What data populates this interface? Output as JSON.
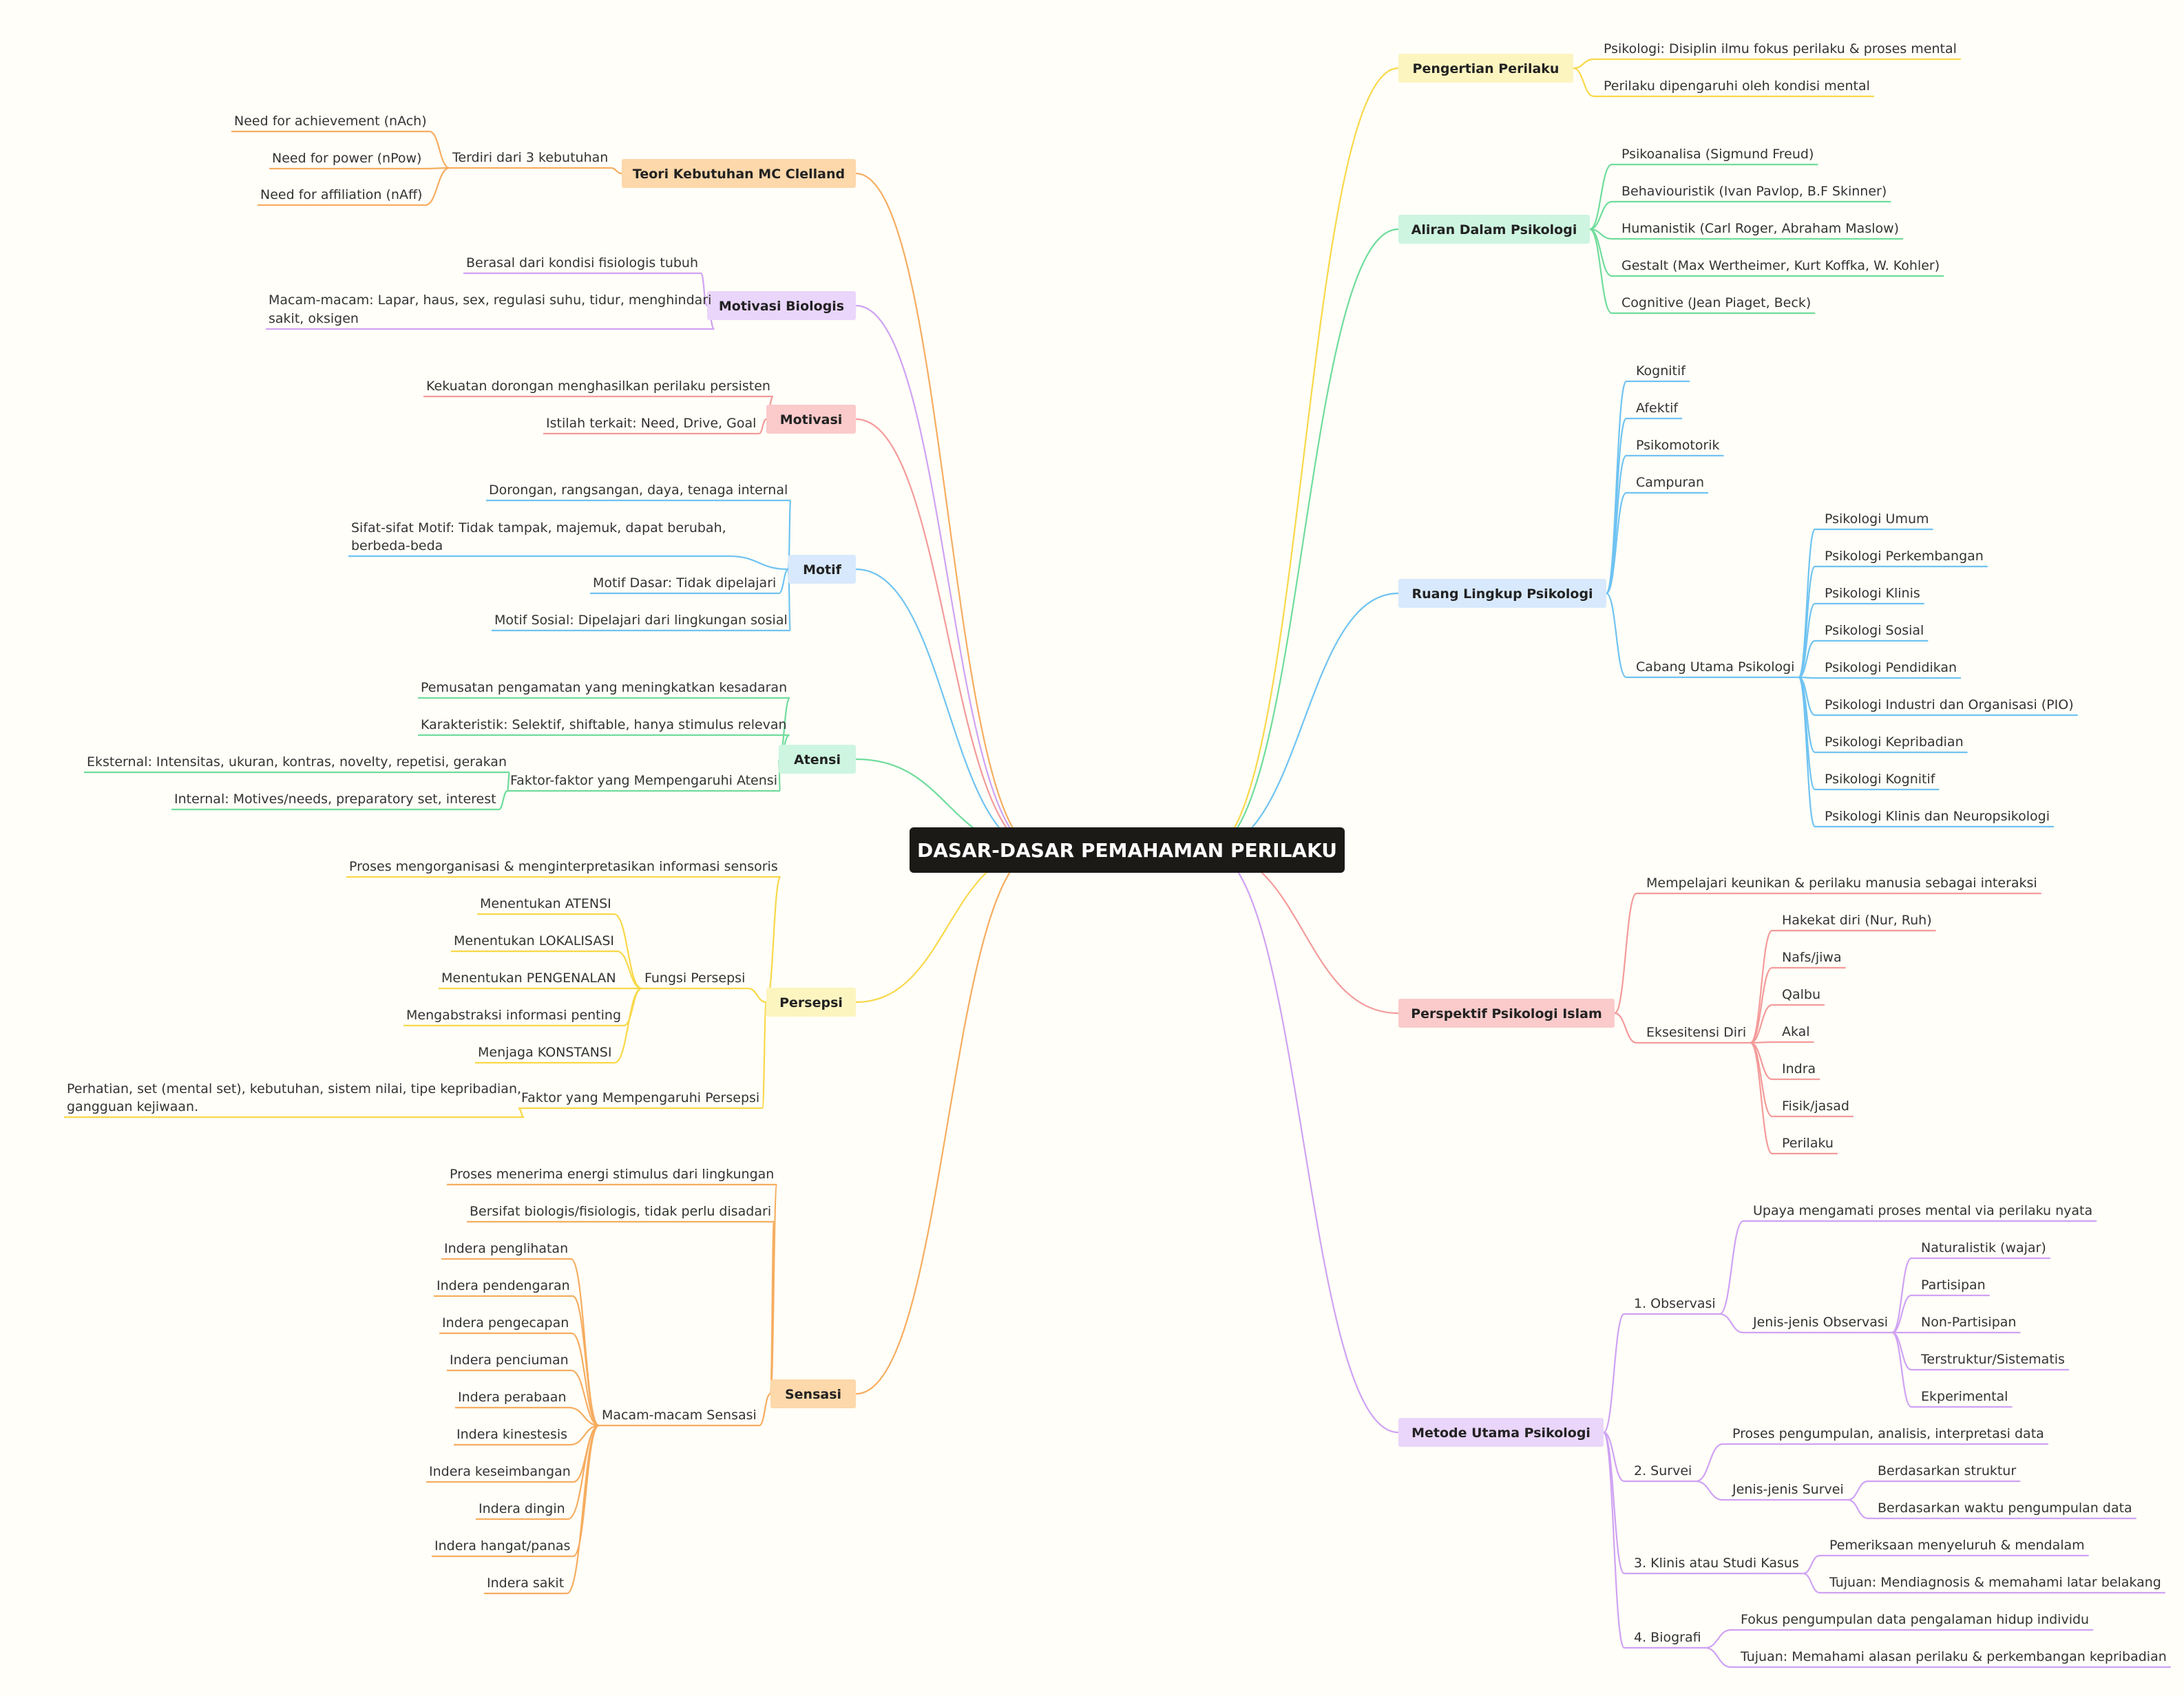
{
  "root": {
    "label": "DASAR-DASAR PEMAHAMAN PERILAKU"
  },
  "colors": {
    "orange": "#f6ad60",
    "purple": "#cfa2f4",
    "red": "#f49a9a",
    "blue": "#6fc3f2",
    "green": "#6fdc9c",
    "yellow": "#f9d84a"
  },
  "branches": [
    {
      "id": "b1",
      "label": "Teori Kebutuhan MC Clelland",
      "color": "orange",
      "children": [
        {
          "label": "Terdiri dari 3 kebutuhan",
          "children": [
            {
              "label": "Need for achievement (nAch)"
            },
            {
              "label": "Need for power (nPow)"
            },
            {
              "label": "Need for affiliation (nAff)"
            }
          ]
        }
      ]
    },
    {
      "id": "b2",
      "label": "Motivasi Biologis",
      "color": "purple",
      "children": [
        {
          "label": "Berasal dari kondisi fisiologis tubuh"
        },
        {
          "label": "Macam-macam: Lapar, haus, sex, regulasi suhu, tidur, menghindari",
          "label2": "sakit, oksigen"
        }
      ]
    },
    {
      "id": "b3",
      "label": "Motivasi",
      "color": "red",
      "children": [
        {
          "label": "Kekuatan dorongan menghasilkan perilaku persisten"
        },
        {
          "label": "Istilah terkait: Need, Drive, Goal"
        }
      ]
    },
    {
      "id": "b4",
      "label": "Motif",
      "color": "blue",
      "children": [
        {
          "label": "Dorongan, rangsangan, daya, tenaga internal"
        },
        {
          "label": "Sifat-sifat Motif: Tidak tampak, majemuk, dapat berubah,",
          "label2": "berbeda-beda"
        },
        {
          "label": "Motif Dasar: Tidak dipelajari"
        },
        {
          "label": "Motif Sosial: Dipelajari dari lingkungan sosial"
        }
      ]
    },
    {
      "id": "b5",
      "label": "Atensi",
      "color": "green",
      "children": [
        {
          "label": "Pemusatan pengamatan yang meningkatkan kesadaran"
        },
        {
          "label": "Karakteristik: Selektif, shiftable, hanya stimulus relevan"
        },
        {
          "label": "Faktor-faktor yang Mempengaruhi Atensi",
          "children": [
            {
              "label": "Eksternal: Intensitas, ukuran, kontras, novelty, repetisi, gerakan"
            },
            {
              "label": "Internal: Motives/needs, preparatory set, interest"
            }
          ]
        }
      ]
    },
    {
      "id": "b6",
      "label": "Persepsi",
      "color": "yellow",
      "children": [
        {
          "label": "Proses mengorganisasi & menginterpretasikan informasi sensoris"
        },
        {
          "label": "Fungsi Persepsi",
          "children": [
            {
              "label": "Menentukan ATENSI"
            },
            {
              "label": "Menentukan LOKALISASI"
            },
            {
              "label": "Menentukan PENGENALAN"
            },
            {
              "label": "Mengabstraksi informasi penting"
            },
            {
              "label": "Menjaga KONSTANSI"
            }
          ]
        },
        {
          "label": "Faktor yang Mempengaruhi Persepsi",
          "children": [
            {
              "label": "Perhatian, set (mental set), kebutuhan, sistem nilai, tipe kepribadian,",
              "label2": "gangguan kejiwaan."
            }
          ]
        }
      ]
    },
    {
      "id": "b7",
      "label": "Sensasi",
      "color": "orange",
      "children": [
        {
          "label": "Proses menerima energi stimulus dari lingkungan"
        },
        {
          "label": "Bersifat biologis/fisiologis, tidak perlu disadari"
        },
        {
          "label": "Macam-macam Sensasi",
          "children": [
            {
              "label": "Indera penglihatan"
            },
            {
              "label": "Indera pendengaran"
            },
            {
              "label": "Indera pengecapan"
            },
            {
              "label": "Indera penciuman"
            },
            {
              "label": "Indera perabaan"
            },
            {
              "label": "Indera kinestesis"
            },
            {
              "label": "Indera keseimbangan"
            },
            {
              "label": "Indera dingin"
            },
            {
              "label": "Indera hangat/panas"
            },
            {
              "label": "Indera sakit"
            }
          ]
        }
      ]
    },
    {
      "id": "b8",
      "label": "Pengertian Perilaku",
      "color": "yellow",
      "children": [
        {
          "label": "Psikologi: Disiplin ilmu fokus perilaku & proses mental"
        },
        {
          "label": "Perilaku dipengaruhi oleh kondisi mental"
        }
      ]
    },
    {
      "id": "b9",
      "label": "Aliran Dalam Psikologi",
      "color": "green",
      "children": [
        {
          "label": "Psikoanalisa (Sigmund Freud)"
        },
        {
          "label": "Behaviouristik (Ivan Pavlop, B.F Skinner)"
        },
        {
          "label": "Humanistik (Carl Roger, Abraham Maslow)"
        },
        {
          "label": "Gestalt (Max Wertheimer, Kurt Koffka, W. Kohler)"
        },
        {
          "label": "Cognitive (Jean Piaget, Beck)"
        }
      ]
    },
    {
      "id": "b10",
      "label": "Ruang Lingkup Psikologi",
      "color": "blue",
      "children": [
        {
          "label": "Kognitif"
        },
        {
          "label": "Afektif"
        },
        {
          "label": "Psikomotorik"
        },
        {
          "label": "Campuran"
        },
        {
          "label": "Cabang Utama Psikologi",
          "children": [
            {
              "label": "Psikologi Umum"
            },
            {
              "label": "Psikologi Perkembangan"
            },
            {
              "label": "Psikologi Klinis"
            },
            {
              "label": "Psikologi Sosial"
            },
            {
              "label": "Psikologi Pendidikan"
            },
            {
              "label": "Psikologi Industri dan Organisasi (PIO)"
            },
            {
              "label": "Psikologi Kepribadian"
            },
            {
              "label": "Psikologi Kognitif"
            },
            {
              "label": "Psikologi Klinis dan Neuropsikologi"
            }
          ]
        }
      ]
    },
    {
      "id": "b11",
      "label": "Perspektif Psikologi Islam",
      "color": "red",
      "children": [
        {
          "label": "Mempelajari keunikan & perilaku manusia sebagai interaksi"
        },
        {
          "label": "Eksesitensi Diri",
          "children": [
            {
              "label": "Hakekat diri (Nur, Ruh)"
            },
            {
              "label": "Nafs/jiwa"
            },
            {
              "label": "Qalbu"
            },
            {
              "label": "Akal"
            },
            {
              "label": "Indra"
            },
            {
              "label": "Fisik/jasad"
            },
            {
              "label": "Perilaku"
            }
          ]
        }
      ]
    },
    {
      "id": "b12",
      "label": "Metode Utama Psikologi",
      "color": "purple",
      "children": [
        {
          "label": "1. Observasi",
          "children": [
            {
              "label": "Upaya mengamati proses mental via perilaku nyata"
            },
            {
              "label": "Jenis-jenis Observasi",
              "children": [
                {
                  "label": "Naturalistik (wajar)"
                },
                {
                  "label": "Partisipan"
                },
                {
                  "label": "Non-Partisipan"
                },
                {
                  "label": "Terstruktur/Sistematis"
                },
                {
                  "label": "Ekperimental"
                }
              ]
            }
          ]
        },
        {
          "label": "2. Survei",
          "children": [
            {
              "label": "Proses pengumpulan, analisis, interpretasi data"
            },
            {
              "label": "Jenis-jenis Survei",
              "children": [
                {
                  "label": "Berdasarkan struktur"
                },
                {
                  "label": "Berdasarkan waktu pengumpulan data"
                }
              ]
            }
          ]
        },
        {
          "label": "3. Klinis atau Studi Kasus",
          "children": [
            {
              "label": "Pemeriksaan menyeluruh & mendalam"
            },
            {
              "label": "Tujuan: Mendiagnosis & memahami latar belakang"
            }
          ]
        },
        {
          "label": "4. Biografi",
          "children": [
            {
              "label": "Fokus pengumpulan data pengalaman hidup individu"
            },
            {
              "label": "Tujuan: Memahami alasan perilaku & perkembangan kepribadian"
            }
          ]
        }
      ]
    }
  ]
}
